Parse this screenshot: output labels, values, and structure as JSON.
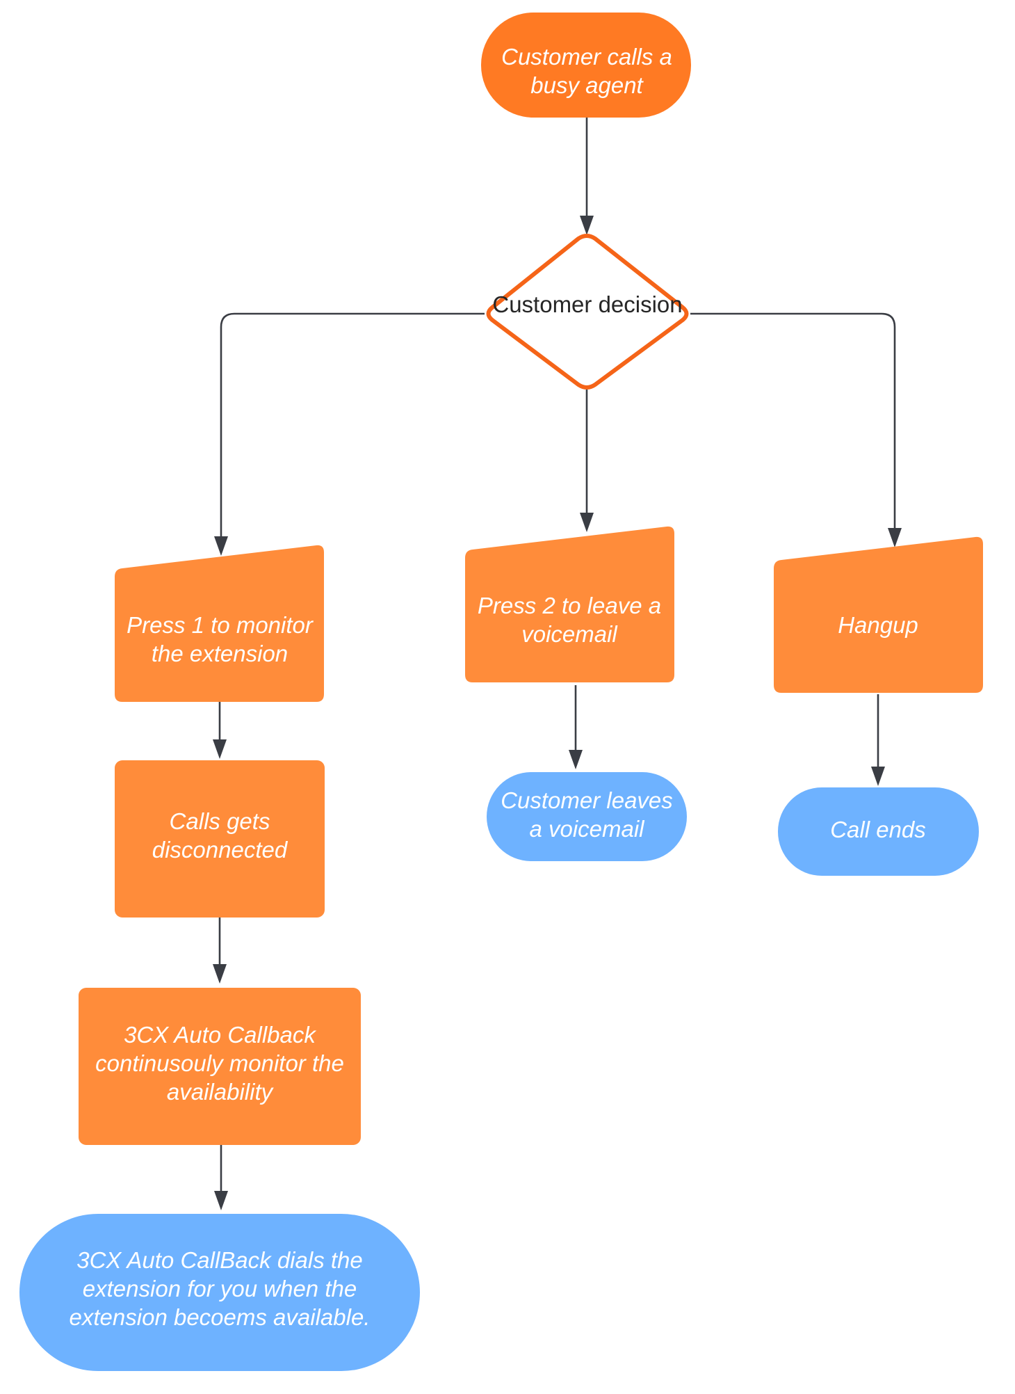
{
  "colors": {
    "process_orange": "#ff8c3a",
    "start_orange": "#ff7a23",
    "decision_stroke": "#f56418",
    "terminal_blue": "#6eb2ff",
    "edge": "#3a3d44",
    "background": "#ffffff"
  },
  "nodes": {
    "start": {
      "lines": [
        "Customer calls a",
        "busy agent"
      ]
    },
    "decision": {
      "lines": [
        "Customer decision"
      ]
    },
    "press1": {
      "lines": [
        "Press 1 to monitor",
        "the extension"
      ]
    },
    "press2": {
      "lines": [
        "Press 2 to leave a",
        "voicemail"
      ]
    },
    "hangup": {
      "lines": [
        "Hangup"
      ]
    },
    "disconnected": {
      "lines": [
        "Calls gets",
        "disconnected"
      ]
    },
    "voicemail_end": {
      "lines": [
        "Customer leaves",
        "a voicemail"
      ]
    },
    "call_ends": {
      "lines": [
        "Call ends"
      ]
    },
    "monitor": {
      "lines": [
        "3CX Auto Callback",
        "continusouly monitor the",
        "availability"
      ]
    },
    "dial_end": {
      "lines": [
        "3CX Auto CallBack dials the",
        "extension for you  when the",
        "extension becoems available."
      ]
    }
  }
}
